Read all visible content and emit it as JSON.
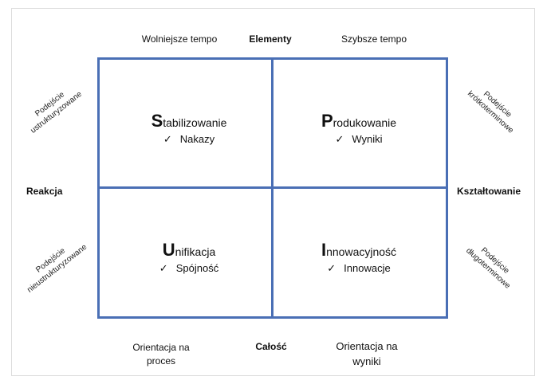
{
  "top": {
    "left": "Wolniejsze tempo",
    "center": "Elementy",
    "right": "Szybsze tempo"
  },
  "sides": {
    "left": "Reakcja",
    "right": "Kształtowanie"
  },
  "bottom": {
    "left": "Orientacja na proces",
    "center": "Całość",
    "right": "Orientacja na wyniki"
  },
  "diagonals": {
    "top_left": [
      "Podejście",
      "ustrukturyzowane"
    ],
    "bottom_left": [
      "Podejście",
      "nieustrukturyzowane"
    ],
    "top_right": [
      "Podejście",
      "krótkoterminowe"
    ],
    "bottom_right": [
      "Podejście",
      "długoterminowe"
    ]
  },
  "quadrants": {
    "top_left": {
      "initial": "S",
      "rest": "tabilizowanie",
      "item": "Nakazy"
    },
    "top_right": {
      "initial": "P",
      "rest": "rodukowanie",
      "item": "Wyniki"
    },
    "bottom_left": {
      "initial": "U",
      "rest": "nifikacja",
      "item": "Spójność"
    },
    "bottom_right": {
      "initial": "I",
      "rest": "nnowacyjność",
      "item": "Innowacje"
    }
  },
  "check_symbol": "✓",
  "colors": {
    "grid_line": "#4a6fb5"
  }
}
